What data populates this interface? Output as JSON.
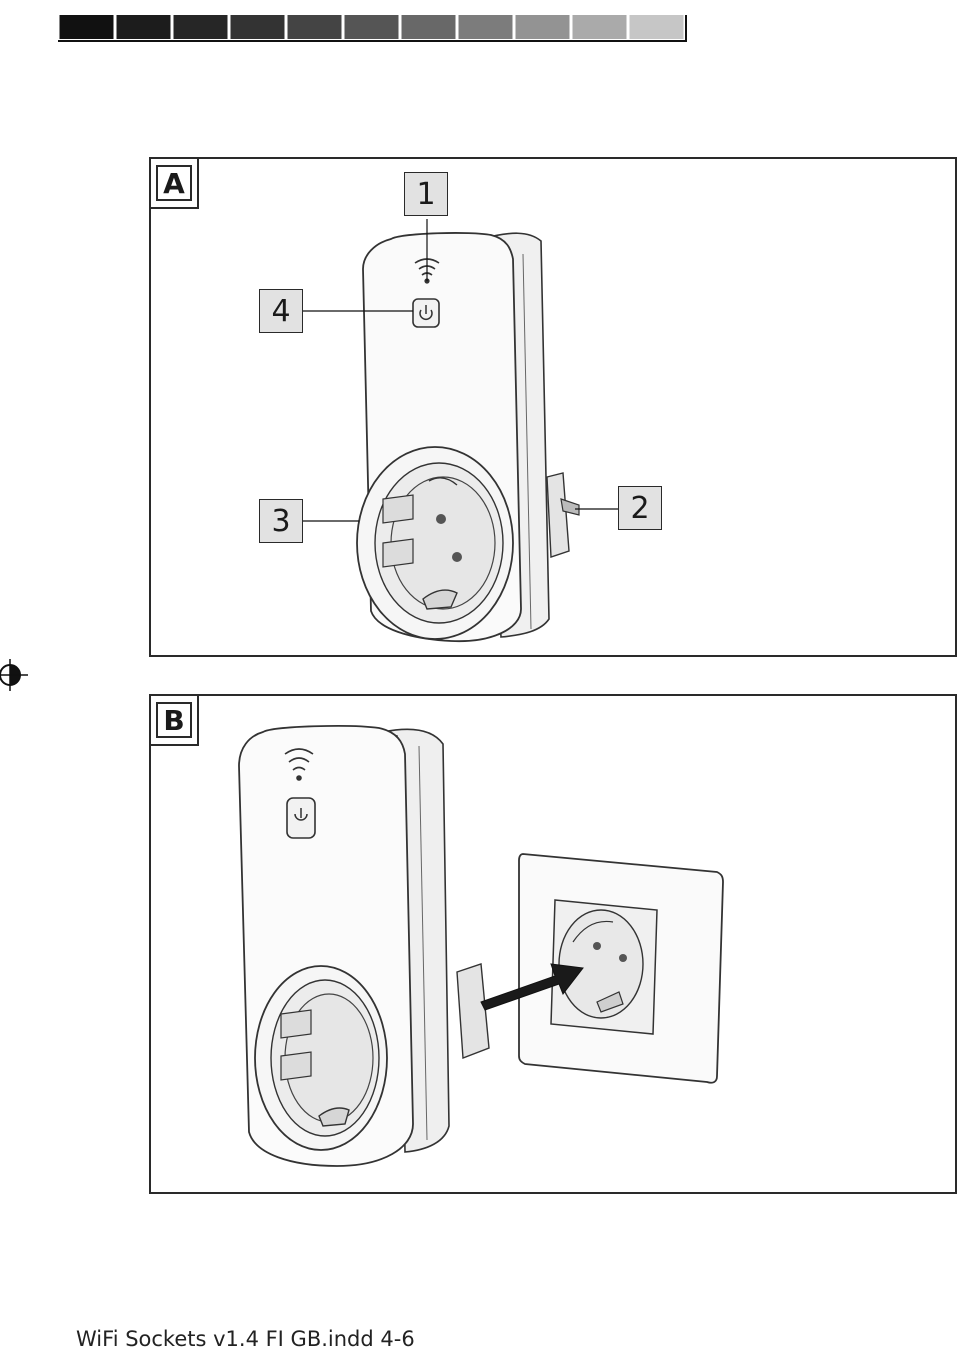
{
  "grayscale_bar": {
    "swatches": [
      "#111111",
      "#1c1c1c",
      "#262626",
      "#333333",
      "#444444",
      "#555555",
      "#686868",
      "#7c7c7c",
      "#939393",
      "#aaaaaa",
      "#c6c6c6",
      "#ffffff"
    ]
  },
  "figure_a": {
    "label": "A",
    "callouts": [
      {
        "number": "1"
      },
      {
        "number": "2"
      },
      {
        "number": "3"
      },
      {
        "number": "4"
      }
    ]
  },
  "figure_b": {
    "label": "B"
  },
  "footer": {
    "text": "WiFi Sockets v1.4 FI GB.indd 4-6"
  }
}
